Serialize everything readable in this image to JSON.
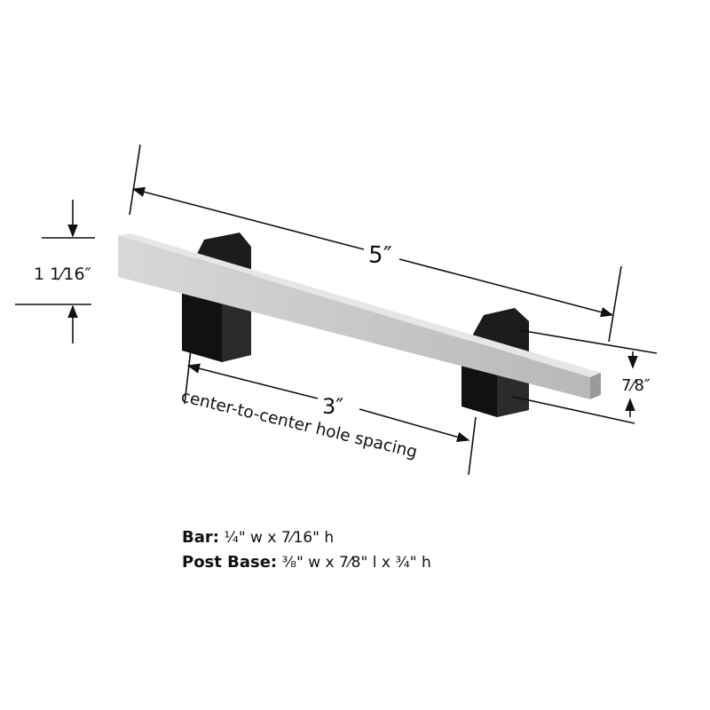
{
  "dimensions": {
    "overall_length": "5″",
    "center_to_center": "3″",
    "center_to_center_caption": "center-to-center hole spacing",
    "projection": "1 1⁄16″",
    "height": "7⁄8″"
  },
  "specs": {
    "bar_label": "Bar:",
    "bar_value": "¼\" w x 7⁄16\" h",
    "post_label": "Post Base:",
    "post_value": "⅜\" w x 7⁄8\" l x ¾\" h"
  },
  "colors": {
    "bar": "#c8c8c8",
    "post": "#1a1a1a",
    "line": "#111111"
  }
}
